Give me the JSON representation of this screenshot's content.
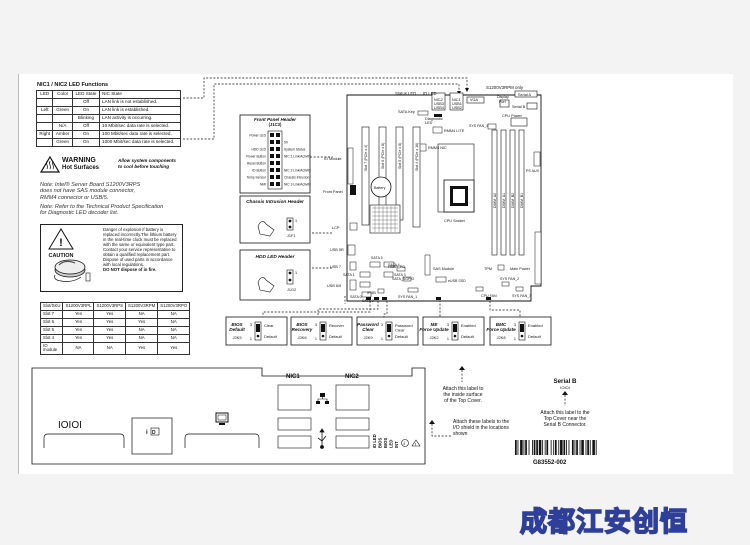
{
  "led_table": {
    "title": "NIC1 / NIC2 LED Functions",
    "headers": [
      "LED",
      "Color",
      "LED State",
      "NIC State"
    ],
    "rows": [
      {
        "led": "",
        "color": "",
        "state": "Off",
        "nic": "LAN link is not established."
      },
      {
        "led": "Left",
        "color": "Green",
        "state": "On",
        "nic": "LAN link is established."
      },
      {
        "led": "",
        "color": "",
        "state": "Blinking",
        "nic": "LAN activity is occurring."
      },
      {
        "led": "",
        "color": "N/A",
        "state": "Off",
        "nic": "10 Mbit/sec data rate is selected."
      },
      {
        "led": "Right",
        "color": "Amber",
        "state": "On",
        "nic": "100 Mbit/sec data rate is selected."
      },
      {
        "led": "",
        "color": "Green",
        "state": "On",
        "nic": "1000 Mbit/sec data rate is selected."
      }
    ]
  },
  "warning": {
    "title_1": "WARNING",
    "title_2": "Hot Surfaces",
    "text_1": "Allow system components",
    "text_2": "to cool before touching"
  },
  "notes": {
    "note1": [
      "Note: Intel® Server Board S1200V3RPS",
      "does not have SAS module connector,",
      "RMM4 connector or USB/5."
    ],
    "note2": [
      "Note: Refer to the Technical Product Specification",
      "for Diagnostic LED decoder list."
    ]
  },
  "caution": {
    "label": "CAUTION",
    "lines": [
      "Danger of explosion if battery is",
      "replaced incorrectly.The lithium battery",
      "in the real-time clock must be replaced",
      "with the same or equivalent type part.",
      "Contact your service representative to",
      "obtain a qualified replacement part.",
      "Dispose of used parts in accordance",
      "with local regulations."
    ],
    "bold": "DO NOT dispose of in fire."
  },
  "slot_table": {
    "headers": [
      "Slot/SKU",
      "S1200V3RPL",
      "S1200V3RPS",
      "S1200V3RPM",
      "S1200V3RPO"
    ],
    "rows": [
      [
        "Slot 7",
        "Yes",
        "Yes",
        "NA",
        "NA"
      ],
      [
        "Slot 6",
        "Yes",
        "Yes",
        "Yes",
        "NA"
      ],
      [
        "Slot 5",
        "Yes",
        "Yes",
        "NA",
        "NA"
      ],
      [
        "Slot 4",
        "Yes",
        "Yes",
        "NA",
        "NA"
      ],
      [
        "IO module",
        "NA",
        "NA",
        "Yes",
        "Yes"
      ]
    ]
  },
  "front_panel": {
    "title": "Front Panel Header",
    "subtitle": "(J1C3)",
    "left_pins": [
      "Power LED",
      "",
      "HDD LED",
      "Power Button",
      "Reset Button",
      "ID Button",
      "Temp Sensor",
      "NMI"
    ],
    "right_pins": [
      "",
      "5V",
      "System Status",
      "NIC 1 Link/Activity",
      "",
      "NIC 2 Link/Activity",
      "Chassis Intrusion",
      "NIC 3 Link/Activity"
    ]
  },
  "chassis_header": {
    "title": "Chassis Intrusion Header",
    "ref": "J1F1",
    "pin": "1"
  },
  "hdd_header": {
    "title": "HDD LED Header",
    "ref": "J1G2",
    "pin": "1"
  },
  "board_labels": {
    "top_note": "S1200V3RPM only",
    "status_led": "Status LED",
    "id_led": "ID LED",
    "nic2_usb": [
      "NIC2",
      "USB3",
      "USB4"
    ],
    "nic1_usb": [
      "NIC1",
      "USB1",
      "USB2"
    ],
    "vga": "VGA",
    "serial_a": "Serial A",
    "display_port": [
      "Display",
      "Port"
    ],
    "serial_b": "Serial B",
    "sata_key": "SATA Key",
    "diag_led": [
      "Diagnostic",
      "LED"
    ],
    "rmm4_lite": "RMM4 LITE",
    "rmm4_nic": "RMM4 NIC",
    "cpu_power": "CPU Power",
    "sys_fan_4": "SYS FAN_4",
    "io_module": "IO Module",
    "slots": [
      "Slot 7 (PCIe x 4)",
      "Slot 6 (PCIe x 8)",
      "Slot 5 (PCIe x 8)",
      "Slot 4 (PCIe x 16)"
    ],
    "battery": "Battery",
    "front_panel": "Front Panel",
    "lcp": "LCP",
    "usb5": "USB 5R",
    "usb7": "USB 7",
    "usb8": "USB 8/9",
    "sata_labels": [
      "SATA 5",
      "SATA 4",
      "SATA 1",
      "SATA 0",
      "SATA 3",
      "SATA 2"
    ],
    "hsbp_pc": "HSBP_PC",
    "sata_sgpio": "SATA_SGPIO",
    "ipmb": "IPMB",
    "sys_fan_1": "SYS FAN_1",
    "sas_module": "SAS Module",
    "esuse_ssd": "eUSB SSD",
    "cpu_socket": "CPU Socket",
    "dimms": [
      "DIMM_A2",
      "DIMM_A1",
      "DIMM_B2",
      "DIMM_B1"
    ],
    "ps_aux": "PS AUX",
    "tpm": "TPM",
    "main_power": "Main Power",
    "sys_fan_2": "SYS FAN_2",
    "cpu_fan": "CPU FAN",
    "sys_fan_3": "SYS FAN_3"
  },
  "jumpers": [
    {
      "title": "BIOS Default",
      "ref": "J2K5",
      "top": "Clear",
      "bottom": "Default",
      "pin": "3",
      "pin2": "1"
    },
    {
      "title": "BIOS Recovery",
      "ref": "J2K6",
      "top": "Recover",
      "bottom": "Default",
      "pin": "3",
      "pin2": "1"
    },
    {
      "title": "Password Clear",
      "ref": "J2K9",
      "top": "Password Clear",
      "bottom": "Default",
      "pin": "3",
      "pin2": "1"
    },
    {
      "title": "ME Force Update",
      "ref": "J2K2",
      "top": "Enabled",
      "bottom": "Default",
      "pin": "3",
      "pin2": "1"
    },
    {
      "title": "BMC Force Update",
      "ref": "J2K8",
      "top": "Enabled",
      "bottom": "Default",
      "pin": "3",
      "pin2": "1"
    }
  ],
  "io_shield": {
    "nic1": "NIC1",
    "nic2": "NIC2",
    "serial_glyph": "IOIOI",
    "usb_led_labels": [
      "ID LED",
      "BIOS",
      "BIOS",
      "LED",
      "INT"
    ]
  },
  "attach1": [
    "Attach this label to",
    "the inside surface",
    "of the Top Cover."
  ],
  "attach2": [
    "Attach these labels to the",
    "I/O shield in the locations",
    "shown"
  ],
  "serial_b_label": {
    "title": "Serial B",
    "sub": "IOIOI"
  },
  "attach3": [
    "Attach this label to the",
    "Top Cover near the",
    "Serial B Connector."
  ],
  "barcode_number": "G83552-002",
  "watermark": "成都江安创恒"
}
